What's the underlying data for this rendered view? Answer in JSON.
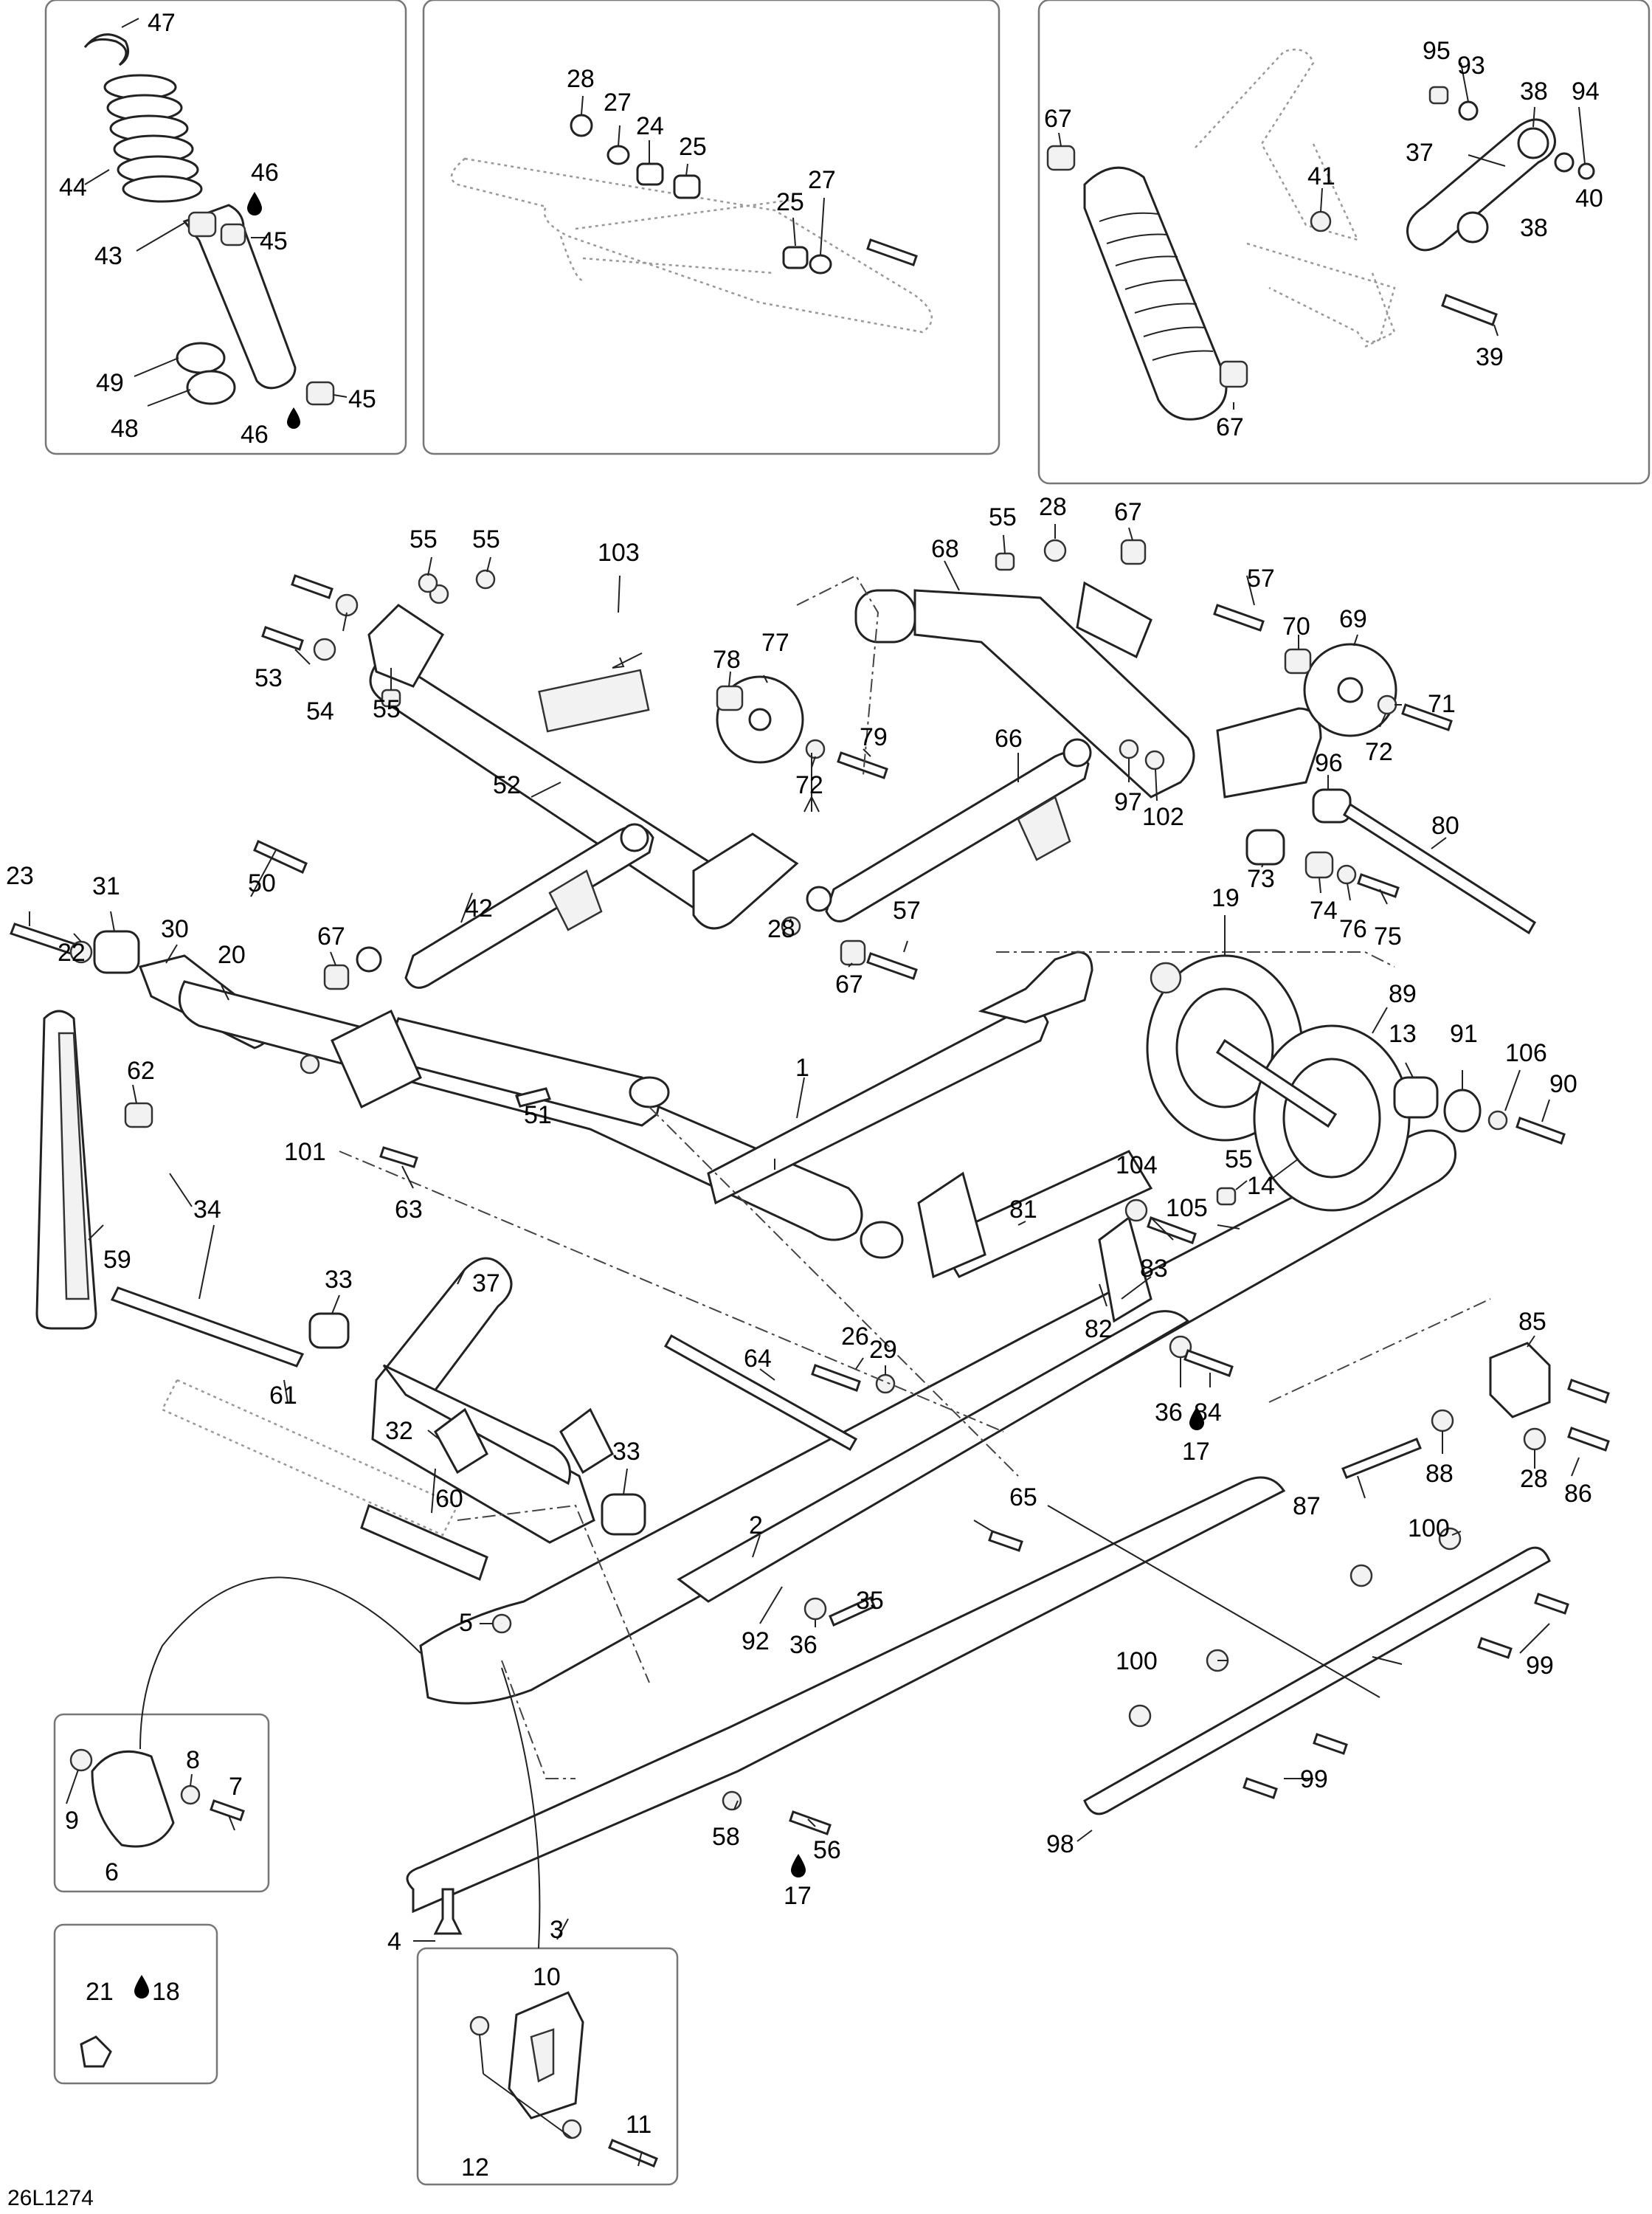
{
  "diagram": {
    "drawing_code": "26L1274",
    "callouts": [
      {
        "id": "c1",
        "label": "1"
      },
      {
        "id": "c2",
        "label": "2"
      },
      {
        "id": "c3",
        "label": "3"
      },
      {
        "id": "c4",
        "label": "4"
      },
      {
        "id": "c5",
        "label": "5"
      },
      {
        "id": "c6",
        "label": "6"
      },
      {
        "id": "c7",
        "label": "7"
      },
      {
        "id": "c8",
        "label": "8"
      },
      {
        "id": "c9",
        "label": "9"
      },
      {
        "id": "c10",
        "label": "10"
      },
      {
        "id": "c11",
        "label": "11"
      },
      {
        "id": "c12",
        "label": "12"
      },
      {
        "id": "c13",
        "label": "13"
      },
      {
        "id": "c14",
        "label": "14"
      },
      {
        "id": "c17a",
        "label": "17"
      },
      {
        "id": "c17b",
        "label": "17"
      },
      {
        "id": "c18",
        "label": "18"
      },
      {
        "id": "c19",
        "label": "19"
      },
      {
        "id": "c20",
        "label": "20"
      },
      {
        "id": "c21",
        "label": "21"
      },
      {
        "id": "c22",
        "label": "22"
      },
      {
        "id": "c23",
        "label": "23"
      },
      {
        "id": "c24",
        "label": "24"
      },
      {
        "id": "c25a",
        "label": "25"
      },
      {
        "id": "c25b",
        "label": "25"
      },
      {
        "id": "c26",
        "label": "26"
      },
      {
        "id": "c27a",
        "label": "27"
      },
      {
        "id": "c27b",
        "label": "27"
      },
      {
        "id": "c28a",
        "label": "28"
      },
      {
        "id": "c28b",
        "label": "28"
      },
      {
        "id": "c28c",
        "label": "28"
      },
      {
        "id": "c28d",
        "label": "28"
      },
      {
        "id": "c29",
        "label": "29"
      },
      {
        "id": "c30",
        "label": "30"
      },
      {
        "id": "c31",
        "label": "31"
      },
      {
        "id": "c32",
        "label": "32"
      },
      {
        "id": "c33a",
        "label": "33"
      },
      {
        "id": "c33b",
        "label": "33"
      },
      {
        "id": "c34",
        "label": "34"
      },
      {
        "id": "c35",
        "label": "35"
      },
      {
        "id": "c36a",
        "label": "36"
      },
      {
        "id": "c36b",
        "label": "36"
      },
      {
        "id": "c37a",
        "label": "37"
      },
      {
        "id": "c37b",
        "label": "37"
      },
      {
        "id": "c38a",
        "label": "38"
      },
      {
        "id": "c38b",
        "label": "38"
      },
      {
        "id": "c39",
        "label": "39"
      },
      {
        "id": "c40",
        "label": "40"
      },
      {
        "id": "c41",
        "label": "41"
      },
      {
        "id": "c42",
        "label": "42"
      },
      {
        "id": "c43",
        "label": "43"
      },
      {
        "id": "c44",
        "label": "44"
      },
      {
        "id": "c45a",
        "label": "45"
      },
      {
        "id": "c45b",
        "label": "45"
      },
      {
        "id": "c46a",
        "label": "46"
      },
      {
        "id": "c46b",
        "label": "46"
      },
      {
        "id": "c47",
        "label": "47"
      },
      {
        "id": "c48",
        "label": "48"
      },
      {
        "id": "c49",
        "label": "49"
      },
      {
        "id": "c50",
        "label": "50"
      },
      {
        "id": "c51",
        "label": "51"
      },
      {
        "id": "c52",
        "label": "52"
      },
      {
        "id": "c53",
        "label": "53"
      },
      {
        "id": "c54",
        "label": "54"
      },
      {
        "id": "c55a",
        "label": "55"
      },
      {
        "id": "c55b",
        "label": "55"
      },
      {
        "id": "c55c",
        "label": "55"
      },
      {
        "id": "c55d",
        "label": "55"
      },
      {
        "id": "c55e",
        "label": "55"
      },
      {
        "id": "c56",
        "label": "56"
      },
      {
        "id": "c57a",
        "label": "57"
      },
      {
        "id": "c57b",
        "label": "57"
      },
      {
        "id": "c58",
        "label": "58"
      },
      {
        "id": "c59",
        "label": "59"
      },
      {
        "id": "c60",
        "label": "60"
      },
      {
        "id": "c61",
        "label": "61"
      },
      {
        "id": "c62",
        "label": "62"
      },
      {
        "id": "c63",
        "label": "63"
      },
      {
        "id": "c64",
        "label": "64"
      },
      {
        "id": "c65",
        "label": "65"
      },
      {
        "id": "c66",
        "label": "66"
      },
      {
        "id": "c67a",
        "label": "67"
      },
      {
        "id": "c67b",
        "label": "67"
      },
      {
        "id": "c67c",
        "label": "67"
      },
      {
        "id": "c67d",
        "label": "67"
      },
      {
        "id": "c67e",
        "label": "67"
      },
      {
        "id": "c68",
        "label": "68"
      },
      {
        "id": "c69",
        "label": "69"
      },
      {
        "id": "c70",
        "label": "70"
      },
      {
        "id": "c71",
        "label": "71"
      },
      {
        "id": "c72a",
        "label": "72"
      },
      {
        "id": "c72b",
        "label": "72"
      },
      {
        "id": "c73",
        "label": "73"
      },
      {
        "id": "c74",
        "label": "74"
      },
      {
        "id": "c75",
        "label": "75"
      },
      {
        "id": "c76",
        "label": "76"
      },
      {
        "id": "c77",
        "label": "77"
      },
      {
        "id": "c78",
        "label": "78"
      },
      {
        "id": "c79",
        "label": "79"
      },
      {
        "id": "c80",
        "label": "80"
      },
      {
        "id": "c81",
        "label": "81"
      },
      {
        "id": "c82",
        "label": "82"
      },
      {
        "id": "c83",
        "label": "83"
      },
      {
        "id": "c84",
        "label": "84"
      },
      {
        "id": "c85",
        "label": "85"
      },
      {
        "id": "c86",
        "label": "86"
      },
      {
        "id": "c87",
        "label": "87"
      },
      {
        "id": "c88",
        "label": "88"
      },
      {
        "id": "c89",
        "label": "89"
      },
      {
        "id": "c90",
        "label": "90"
      },
      {
        "id": "c91",
        "label": "91"
      },
      {
        "id": "c92",
        "label": "92"
      },
      {
        "id": "c93",
        "label": "93"
      },
      {
        "id": "c94",
        "label": "94"
      },
      {
        "id": "c95",
        "label": "95"
      },
      {
        "id": "c96",
        "label": "96"
      },
      {
        "id": "c97",
        "label": "97"
      },
      {
        "id": "c98",
        "label": "98"
      },
      {
        "id": "c99a",
        "label": "99"
      },
      {
        "id": "c99b",
        "label": "99"
      },
      {
        "id": "c100a",
        "label": "100"
      },
      {
        "id": "c100b",
        "label": "100"
      },
      {
        "id": "c101",
        "label": "101"
      },
      {
        "id": "c102",
        "label": "102"
      },
      {
        "id": "c103",
        "label": "103"
      },
      {
        "id": "c104",
        "label": "104"
      },
      {
        "id": "c105",
        "label": "105"
      },
      {
        "id": "c106",
        "label": "106"
      }
    ]
  }
}
